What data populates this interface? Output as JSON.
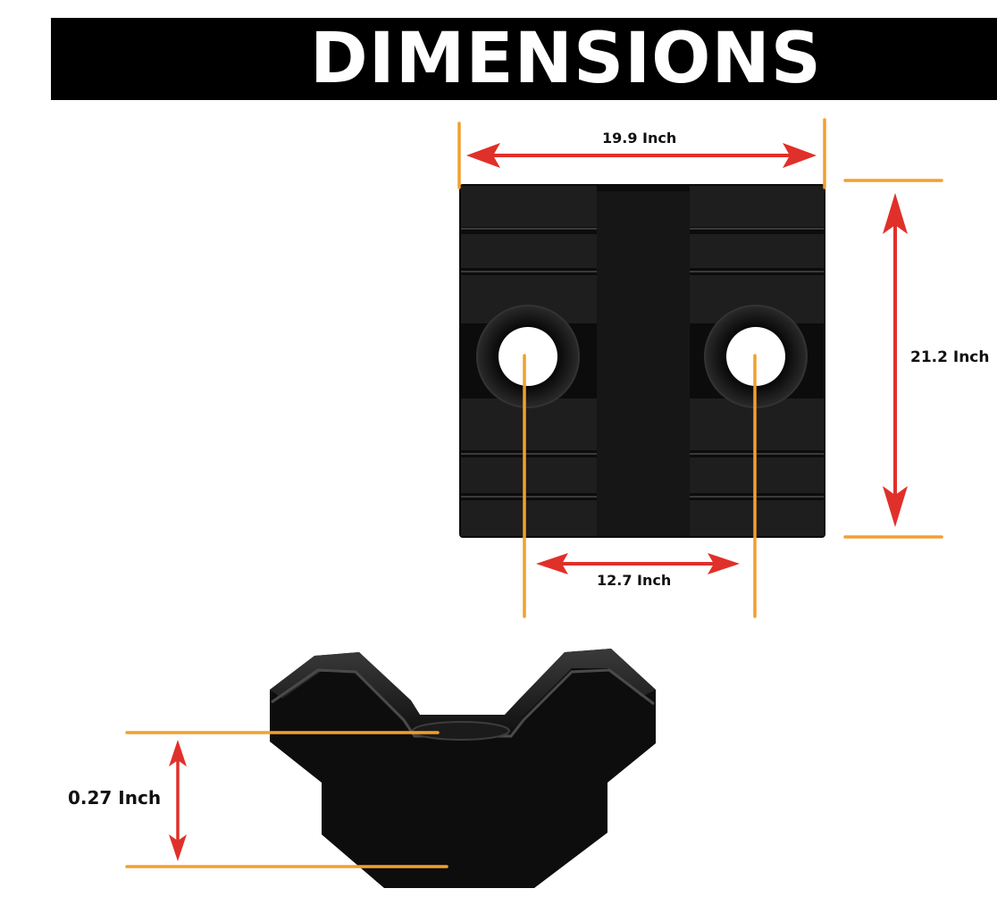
{
  "title": "DIMENSIONS",
  "dimensions": {
    "width": "19.9 Inch",
    "height": "21.2 Inch",
    "hole_spacing": "12.7 Inch",
    "thickness": "0.27 Inch"
  },
  "colors": {
    "banner_background": "#000000",
    "banner_text": "#ffffff",
    "extension_line": "#f0a030",
    "dimension_arrow": "#e0302a",
    "part_body": "#0c0c0c",
    "part_edge": "#2a2a2a"
  }
}
